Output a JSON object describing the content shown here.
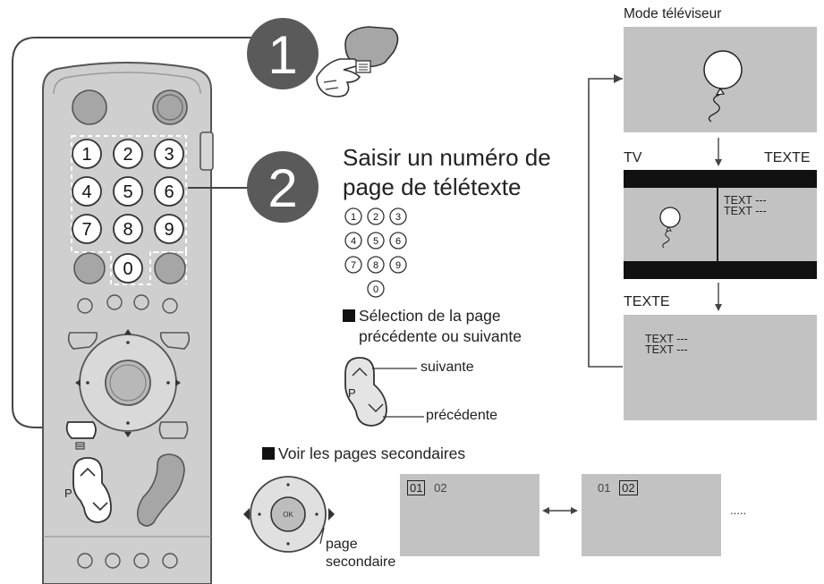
{
  "steps": {
    "step1": "1",
    "step2": "2"
  },
  "instructions": {
    "title_line1": "Saisir un numéro de",
    "title_line2": "page de télétexte",
    "prev_next_heading_line1": "Sélection de la page",
    "prev_next_heading_line2": "précédente ou suivante",
    "label_next": "suivante",
    "label_prev": "précédente",
    "label_p": "P",
    "subpages_heading": "Voir les pages secondaires",
    "subpage_label_line1": "page",
    "subpage_label_line2": "secondaire",
    "ok_label": "OK"
  },
  "remote": {
    "digits": [
      "1",
      "2",
      "3",
      "4",
      "5",
      "6",
      "7",
      "8",
      "9",
      "0"
    ],
    "p_label": "P"
  },
  "mini_digits": [
    "1",
    "2",
    "3",
    "4",
    "5",
    "6",
    "7",
    "8",
    "9",
    "0"
  ],
  "modes": {
    "tv_mode_label": "Mode téléviseur",
    "tv_label": "TV",
    "texte_label_right": "TEXTE",
    "texte_label": "TEXTE",
    "text_line1": "TEXT ---",
    "text_line2": "TEXT ---"
  },
  "subpages": {
    "a_current": "01",
    "a_other": "02",
    "b_other": "01",
    "b_current": "02",
    "ellipsis": "....."
  },
  "colors": {
    "screen_gray": "#c2c2c2",
    "remote_body": "#cfcfcf",
    "step_circle": "#5a5a5a"
  }
}
